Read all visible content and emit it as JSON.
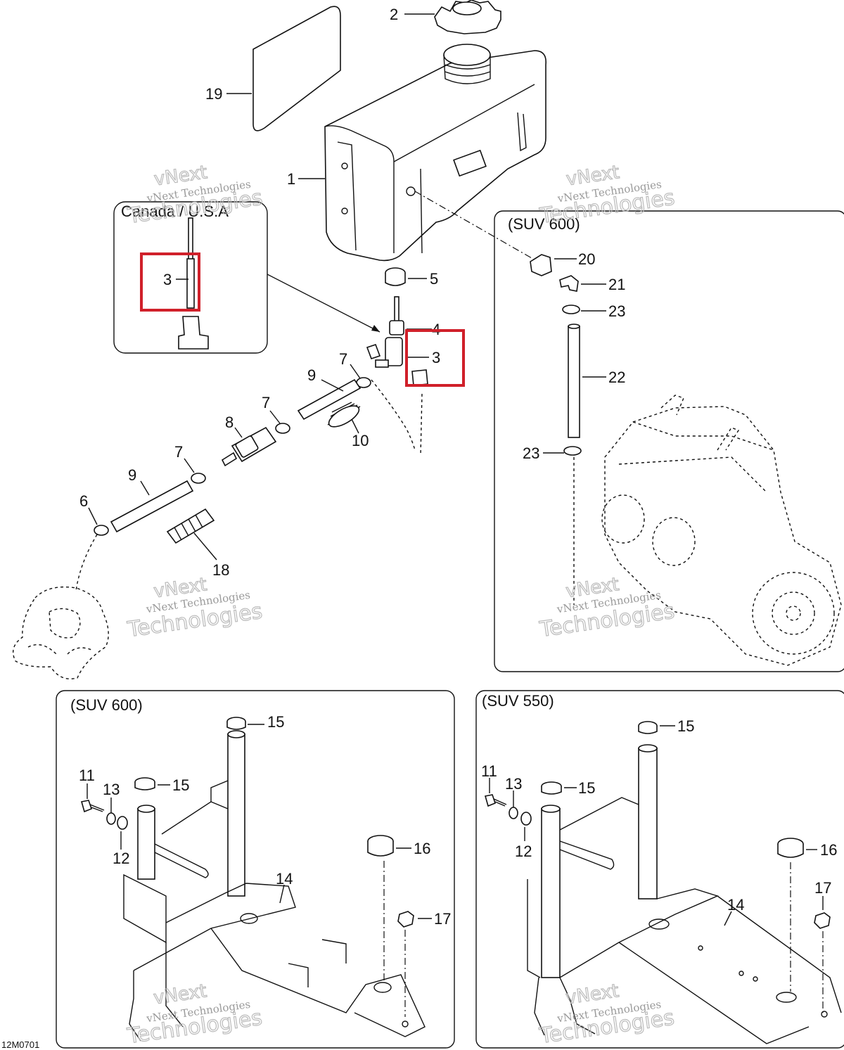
{
  "colors": {
    "highlight": "#d0202a",
    "line": "#111111",
    "watermark": "#9a9a9a"
  },
  "panels": {
    "canada_usa": "Canada / U.S.A",
    "suv600_engine": "(SUV 600)",
    "suv600_frame": "(SUV 600)",
    "suv550_frame": "(SUV 550)"
  },
  "watermark": {
    "small": "vNext Technologies",
    "big_top": "vNext",
    "big_bottom": "Technologies"
  },
  "footer_code": "12M0701",
  "callouts": {
    "c1": "1",
    "c2": "2",
    "c3_main": "3",
    "c3_inset": "3",
    "c4": "4",
    "c5": "5",
    "c6": "6",
    "c7a": "7",
    "c7b": "7",
    "c7c": "7",
    "c8": "8",
    "c9a": "9",
    "c9b": "9",
    "c10": "10",
    "c18": "18",
    "c19": "19",
    "c20": "20",
    "c21": "21",
    "c22": "22",
    "c23a": "23",
    "c23b": "23",
    "f600_11": "11",
    "f600_12": "12",
    "f600_13": "13",
    "f600_14": "14",
    "f600_15a": "15",
    "f600_15b": "15",
    "f600_16": "16",
    "f600_17": "17",
    "f550_11": "11",
    "f550_12": "12",
    "f550_13": "13",
    "f550_14": "14",
    "f550_15a": "15",
    "f550_15b": "15",
    "f550_16": "16",
    "f550_17": "17"
  }
}
